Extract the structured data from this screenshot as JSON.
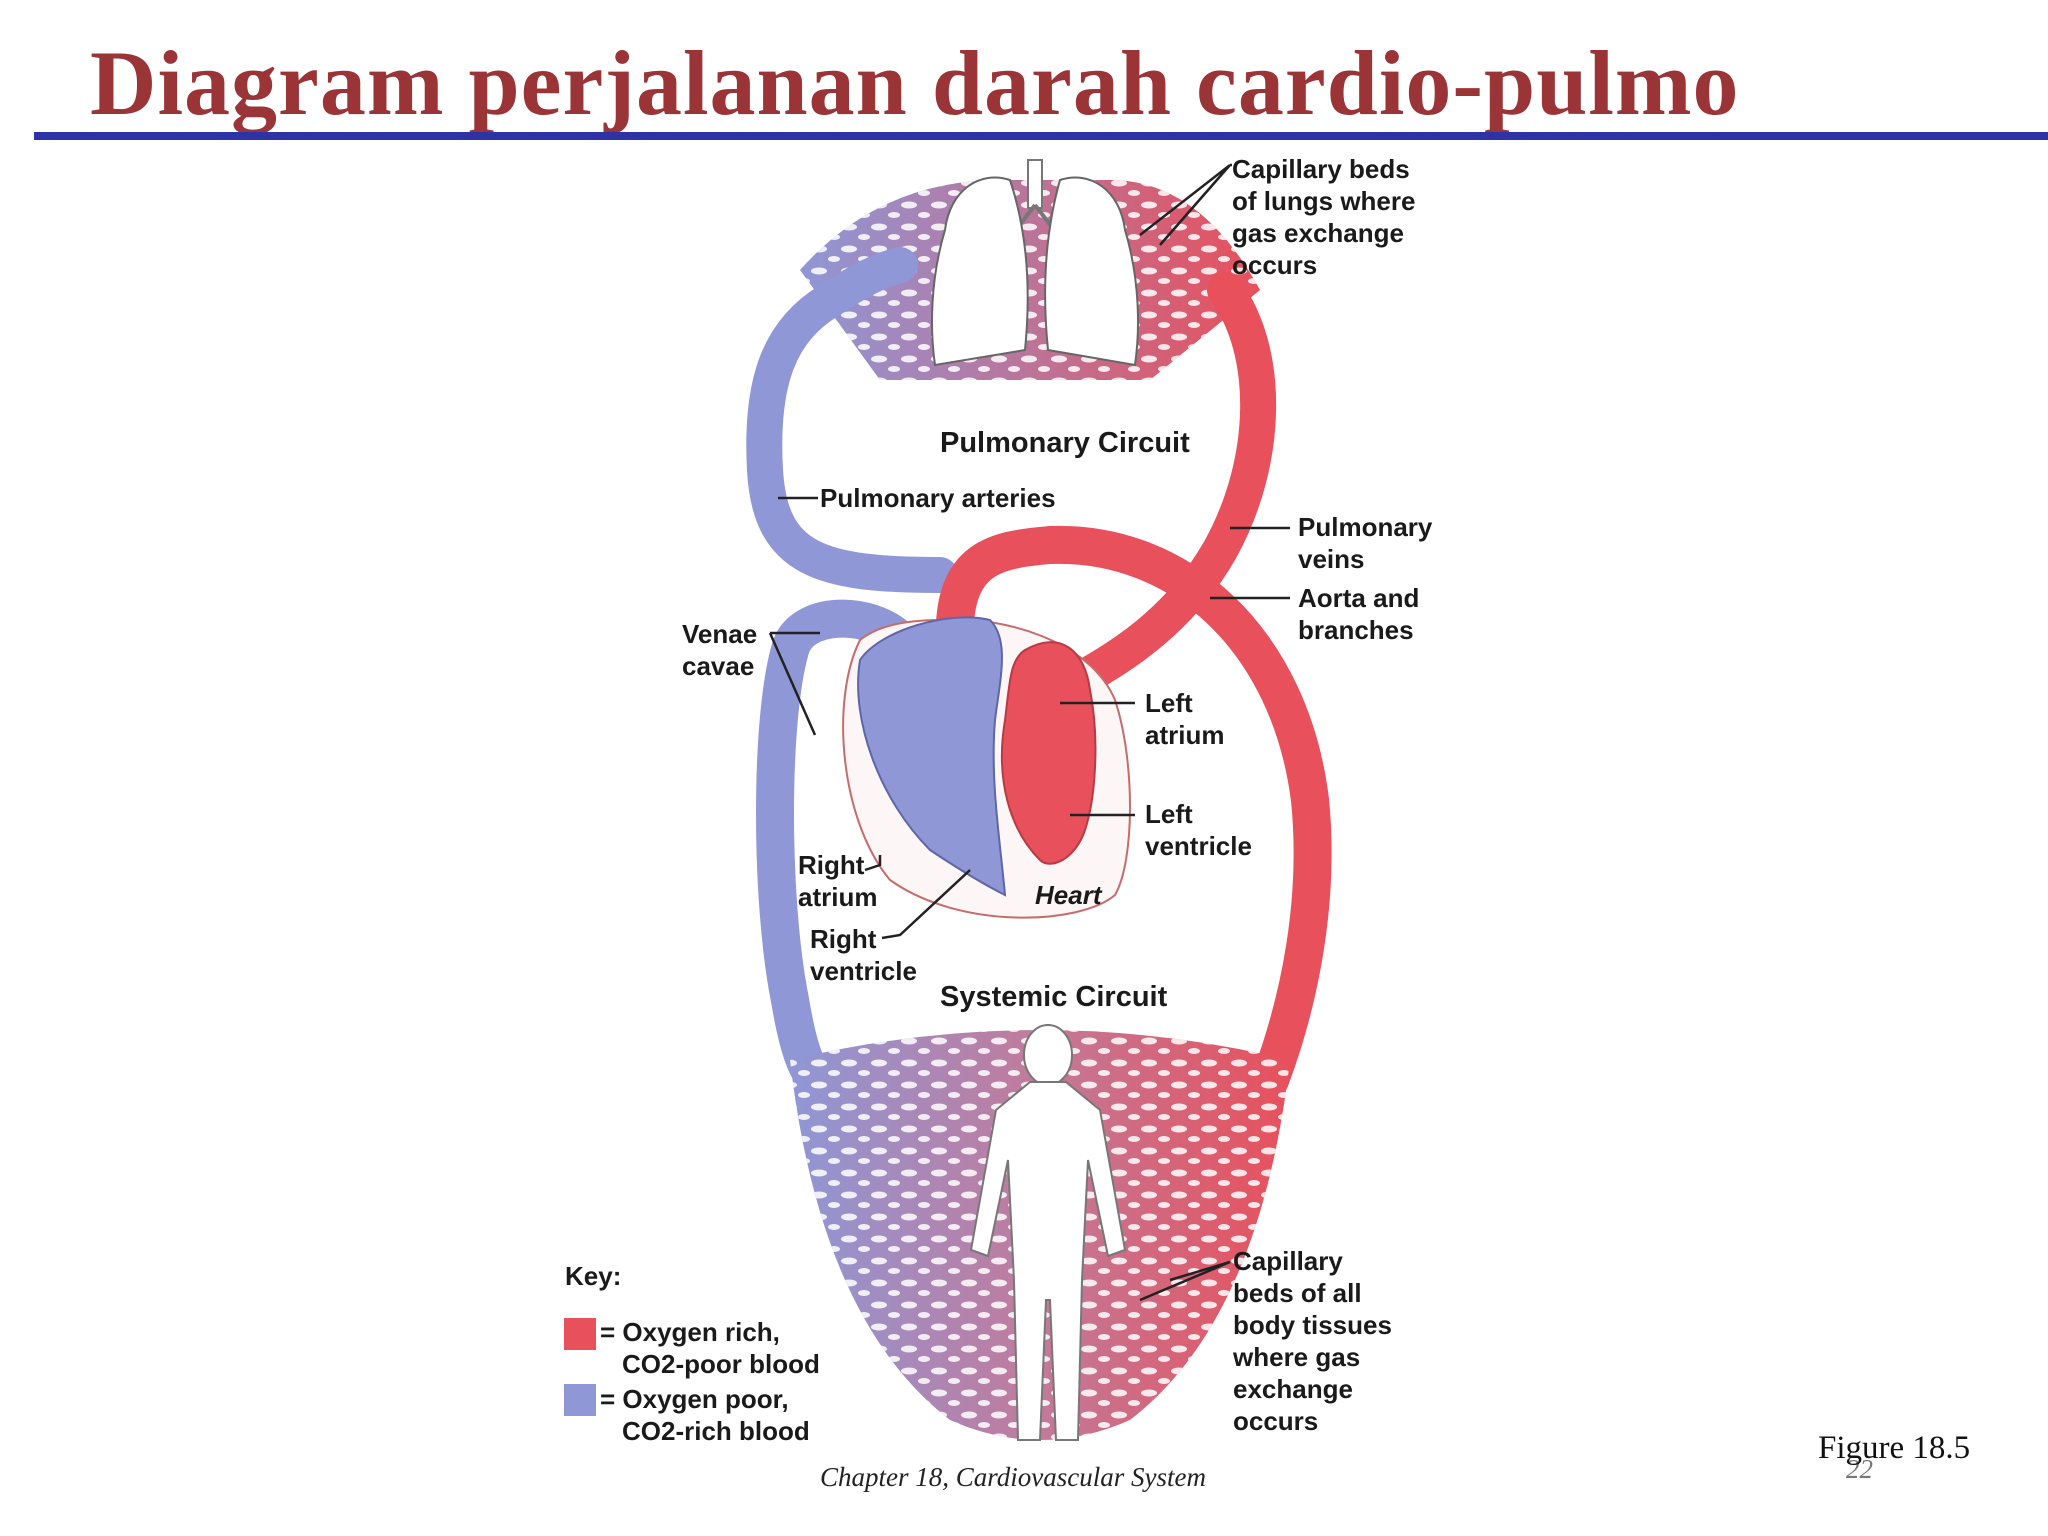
{
  "slide": {
    "title": "Diagram perjalanan darah cardio-pulmo",
    "footer": "Chapter 18, Cardiovascular System",
    "figure_ref": "Figure 18.5",
    "page_number": "22"
  },
  "colors": {
    "title": "#9b3436",
    "rule": "#2d33a6",
    "oxygen_rich": "#e8505b",
    "oxygen_poor": "#8f97d6"
  },
  "labels": {
    "capillary_lungs": [
      "Capillary beds",
      "of lungs where",
      "gas exchange",
      "occurs"
    ],
    "pulmonary_circuit": "Pulmonary Circuit",
    "pulmonary_arteries": "Pulmonary arteries",
    "pulmonary_veins": [
      "Pulmonary",
      "veins"
    ],
    "aorta": [
      "Aorta and",
      "branches"
    ],
    "venae_cavae": [
      "Venae",
      "cavae"
    ],
    "left_atrium": [
      "Left",
      "atrium"
    ],
    "left_ventricle": [
      "Left",
      "ventricle"
    ],
    "right_atrium": [
      "Right",
      "atrium"
    ],
    "right_ventricle": [
      "Right",
      "ventricle"
    ],
    "heart": "Heart",
    "systemic_circuit": "Systemic Circuit",
    "capillary_body": [
      "Capillary",
      "beds of all",
      "body tissues",
      "where gas",
      "exchange",
      "occurs"
    ]
  },
  "key": {
    "title": "Key:",
    "oxygen_rich": [
      "= Oxygen rich,",
      "CO2-poor blood"
    ],
    "oxygen_poor": [
      "= Oxygen poor,",
      "CO2-rich blood"
    ]
  }
}
